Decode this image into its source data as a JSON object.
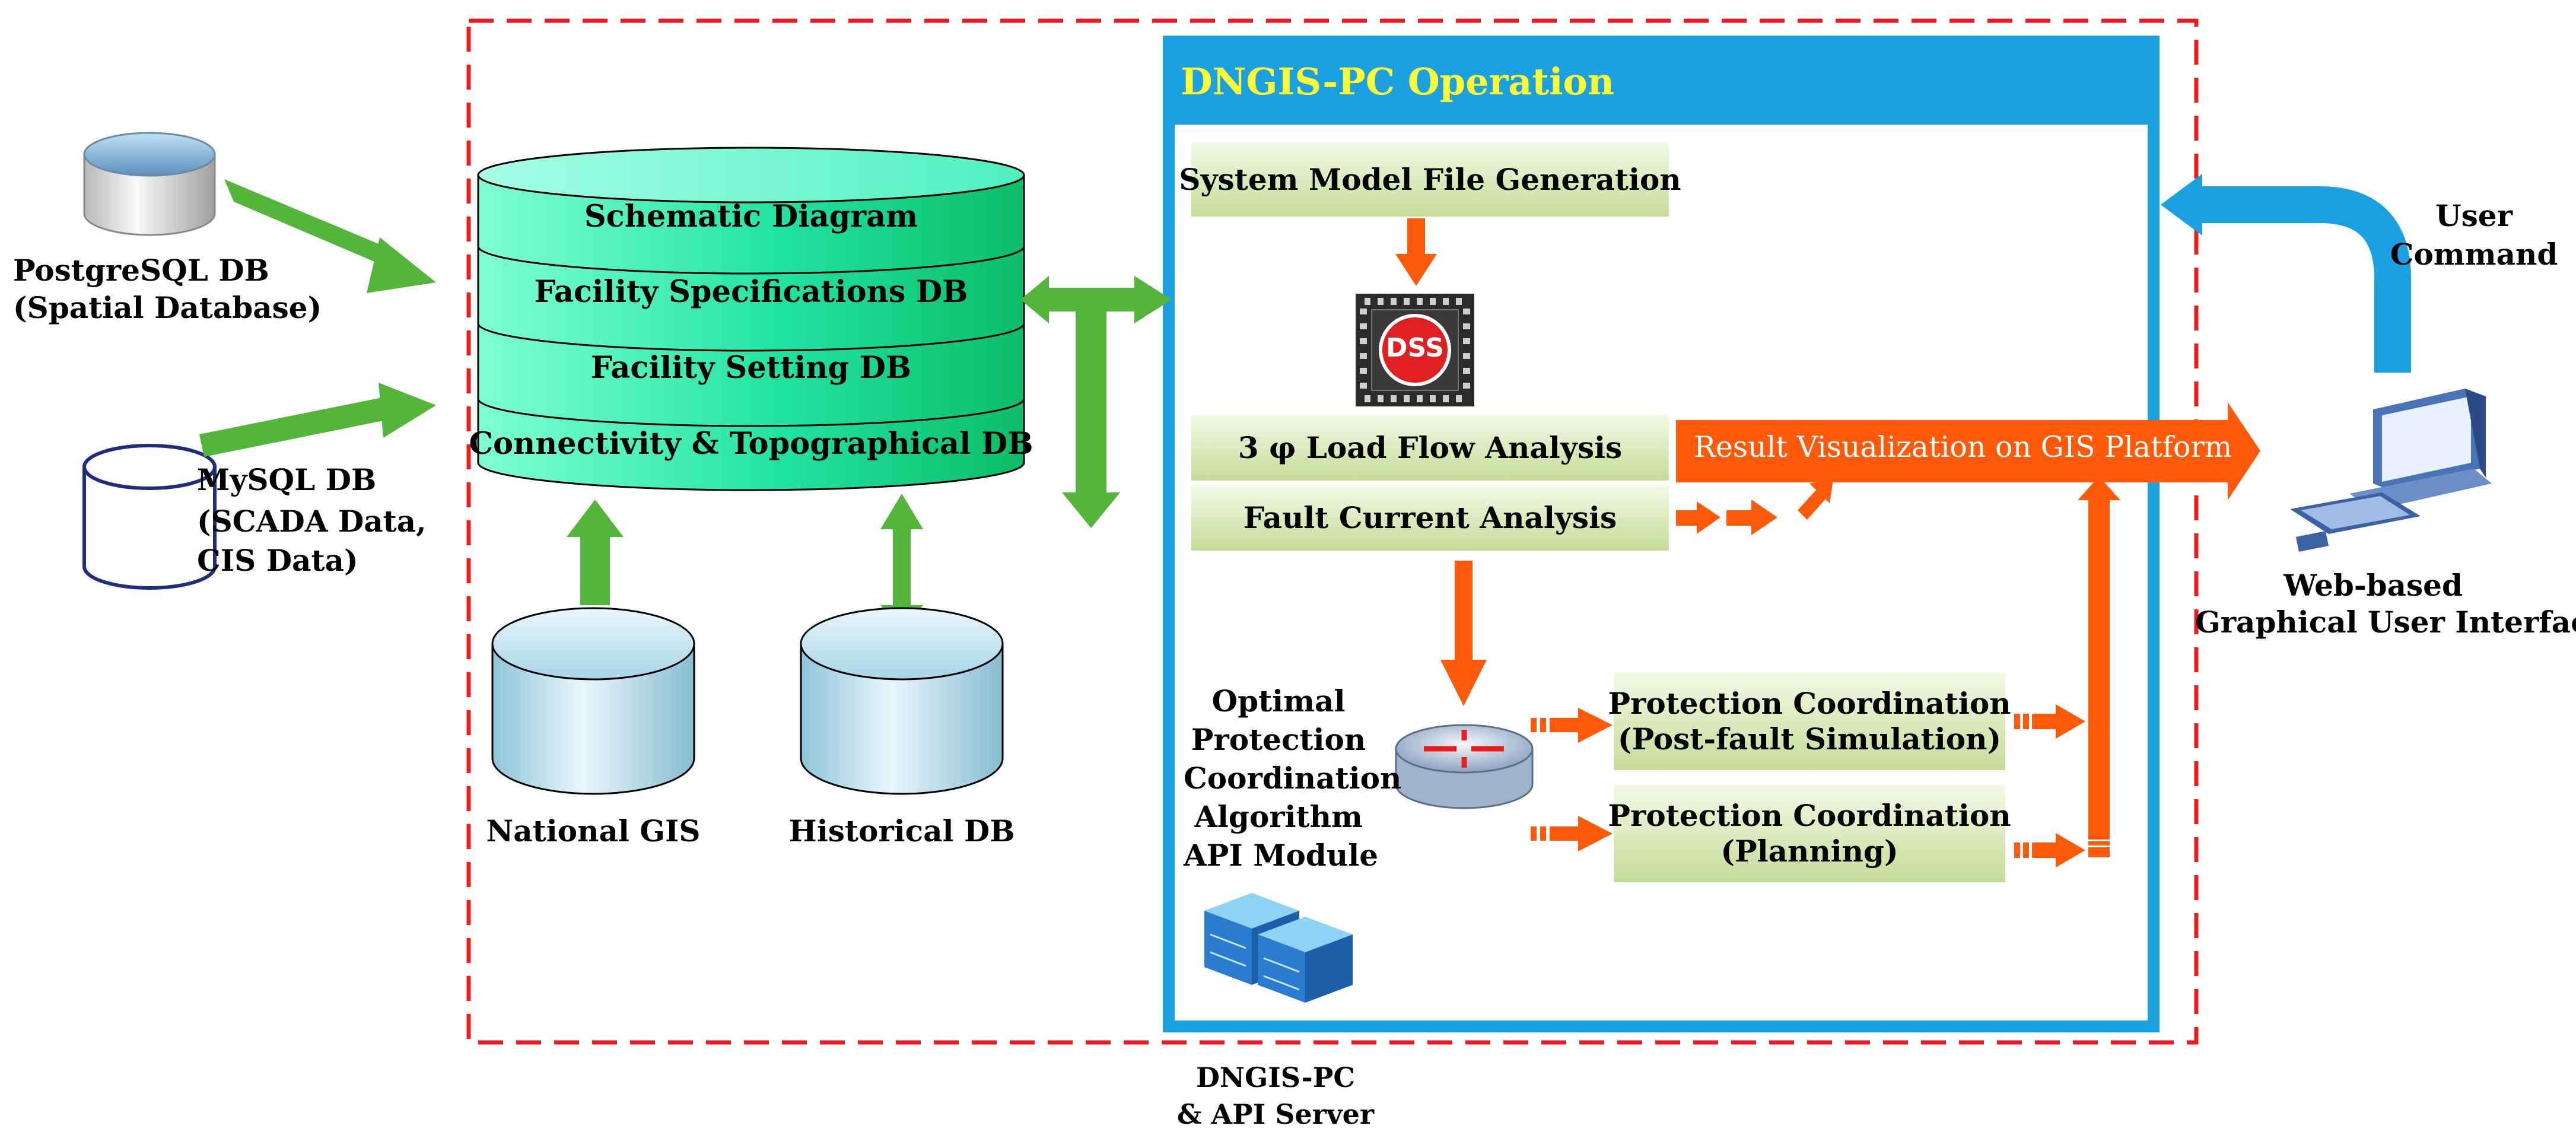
{
  "colors": {
    "frame_dashed": "#ee1c1c",
    "panel_border": "#1ba1e2",
    "panel_title_bg": "#1ba1e2",
    "panel_title_text": "#ffff33",
    "green_arrow": "#53b53a",
    "orange_arrow": "#ff5a0a",
    "blue_arrow": "#1ba1e2",
    "db_stack": "#2de4a6",
    "step_box": "#d5e6b0"
  },
  "sources": {
    "postgres": {
      "label_line1": "PostgreSQL DB",
      "label_line2": "(Spatial Database)",
      "icon": "database-icon"
    },
    "mysql": {
      "label_line1": "MySQL DB",
      "label_line2": "(SCADA Data,",
      "label_line3": "CIS Data)",
      "icon": "database-outline-icon"
    }
  },
  "db_stack": {
    "layers": [
      "Schematic Diagram",
      "Facility Specifications DB",
      "Facility Setting DB",
      "Connectivity & Topographical DB"
    ]
  },
  "lower_dbs": {
    "national_gis": "National GIS",
    "historical_db": "Historical DB"
  },
  "server_caption": {
    "line1": "DNGIS-PC",
    "line2": "& API Server"
  },
  "panel": {
    "title": "DNGIS-PC Operation",
    "system_model": "System Model File Generation",
    "dss_icon_text": "DSS",
    "load_flow": "3 φ Load Flow Analysis",
    "fault_current": "Fault Current Analysis",
    "result_visualization": "Result Visualization on GIS Platform",
    "api_module": [
      "Optimal",
      "Protection",
      "Coordination",
      "Algorithm",
      "API Module"
    ],
    "pc_post_fault": {
      "line1": "Protection Coordination",
      "line2": "(Post-fault Simulation)"
    },
    "pc_planning": {
      "line1": "Protection Coordination",
      "line2": "(Planning)"
    }
  },
  "user": {
    "command_line1": "User",
    "command_line2": "Command",
    "gui_line1": "Web-based",
    "gui_line2": "Graphical User Interface",
    "icon": "computer-icon"
  }
}
